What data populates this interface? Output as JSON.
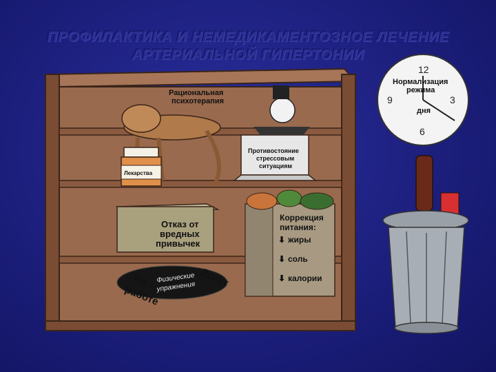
{
  "title": {
    "line1": "ПРОФИЛАКТИКА И НЕМЕДИКАМЕНТОЗНОЕ ЛЕЧЕНИЕ",
    "line2": "АРТЕРИАЛЬНОЙ ГИПЕРТОНИИ"
  },
  "shelf_labels": {
    "psychotherapy_1": "Рациональная",
    "psychotherapy_2": "психотерапия",
    "stress_1": "Противостояние",
    "stress_2": "стрессовым",
    "stress_3": "ситуациям",
    "medicines": "Лекарства",
    "bad_habits_1": "Отказ от",
    "bad_habits_2": "вредных",
    "bad_habits_3": "привычек",
    "nutrition_1": "Коррекция",
    "nutrition_2": "питания:",
    "fats": "жиры",
    "salt": "соль",
    "calories": "калории",
    "at_work_1": "На",
    "at_work_2": "работе",
    "leisure": "Досуг",
    "exercise_1": "Физические",
    "exercise_2": "упражнения"
  },
  "clock": {
    "n12": "12",
    "n3": "3",
    "n6": "6",
    "n9": "9",
    "label_1": "Нормализация",
    "label_2": "режима",
    "label_3": "дня"
  },
  "colors": {
    "background": "#1c1f7c",
    "cabinet": "#8a5a40",
    "cabinet_dark": "#5a3a28",
    "title": "#2a2d8c"
  }
}
